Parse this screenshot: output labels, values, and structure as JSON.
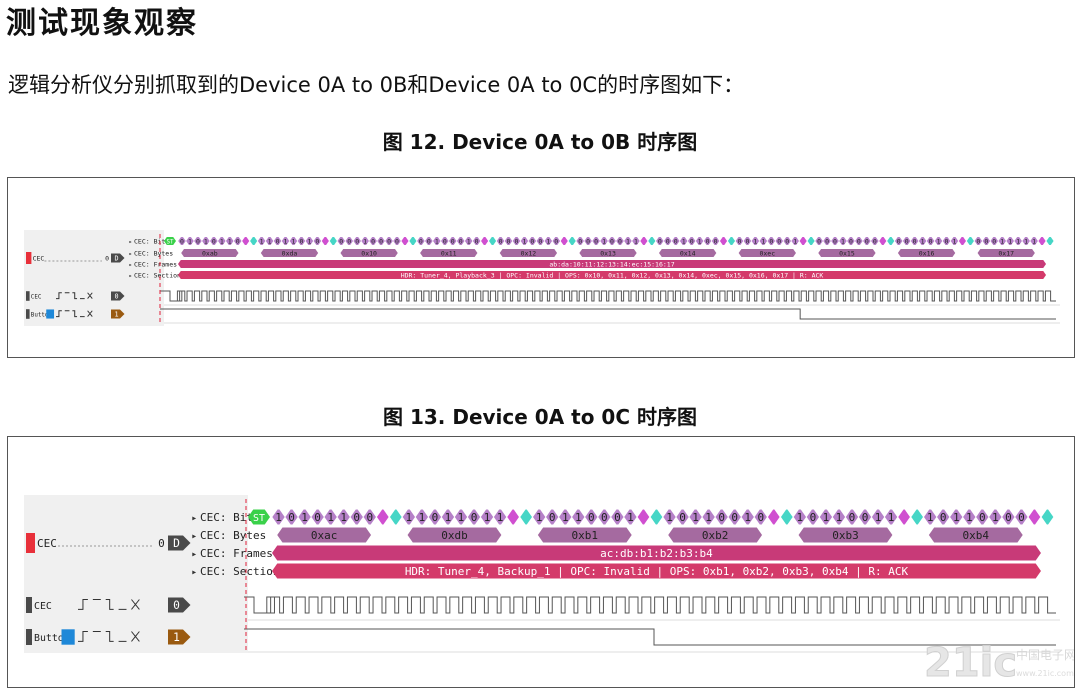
{
  "title": "测试现象观察",
  "intro": "逻辑分析仪分别抓取到的Device 0A to 0B和Device 0A to 0C的时序图如下：",
  "figures": [
    {
      "caption": "图 12. Device 0A to 0B 时序图",
      "row_labels": {
        "bits": "CEC: Bits",
        "bytes": "CEC: Bytes",
        "frames": "CEC: Frames",
        "section": "CEC: Section",
        "cec_channel": "CEC",
        "cec_channel_value": "0",
        "cec_badge": "D",
        "cec_signal": "CEC",
        "cec_signal_badge": "0",
        "button_signal": "Button",
        "button_signal_badge": "1"
      },
      "start_marker": "ST",
      "bits": "0101011011011010000100000010001000010010000100110001010000110001000100000001010100011111",
      "bytes": [
        "0xab",
        "0xda",
        "0x10",
        "0x11",
        "0x12",
        "0x13",
        "0x14",
        "0xec",
        "0x15",
        "0x16",
        "0x17"
      ],
      "frames": "ab:da:10:11:12:13:14:ec:15:16:17",
      "section": "HDR: Tuner_4, Playback_3 | OPC: Invalid | OPS: 0x10, 0x11, 0x12, 0x13, 0x14, 0xec, 0x15, 0x16, 0x17 | R: ACK",
      "button_release_fraction": 0.71
    },
    {
      "caption": "图 13. Device 0A to 0C 时序图",
      "row_labels": {
        "bits": "CEC: Bits",
        "bytes": "CEC: Bytes",
        "frames": "CEC: Frames",
        "section": "CEC: Section",
        "cec_channel": "CEC",
        "cec_channel_value": "0",
        "cec_badge": "D",
        "cec_signal": "CEC",
        "cec_signal_badge": "0",
        "button_signal": "Button",
        "button_signal_badge": "1"
      },
      "start_marker": "ST",
      "bits": "101011001101101110110001101100101011001110110100",
      "bytes": [
        "0xac",
        "0xdb",
        "0xb1",
        "0xb2",
        "0xb3",
        "0xb4"
      ],
      "frames": "ac:db:b1:b2:b3:b4",
      "section": "HDR: Tuner_4, Backup_1 | OPC: Invalid | OPS: 0xb1, 0xb2, 0xb3, 0xb4 | R: ACK",
      "button_release_fraction": 0.5
    }
  ],
  "colors": {
    "bit_bubble": "#b580c8",
    "ack_bubble": "#46d6c6",
    "eom_bubble": "#d04fd0",
    "start_bubble": "#3ad14a",
    "byte_bubble": "#a56aa0",
    "frame_bar": "#c83a78",
    "section_bar": "#d43a6a",
    "cursor": "#e0213a",
    "cec_marker": "#e8303a",
    "button_marker": "#1e88d8",
    "badge_dark": "#4a4a4a",
    "badge_button": "#9a5a10"
  },
  "watermark": "21ic 中国电子网"
}
